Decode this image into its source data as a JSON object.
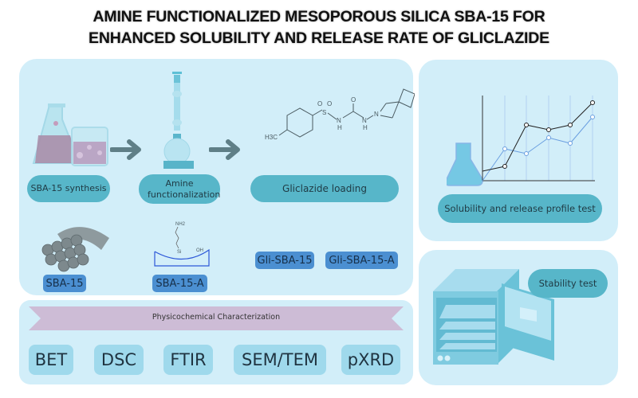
{
  "title": {
    "line1": "AMINE FUNCTIONALIZED MESOPOROUS SILICA SBA-15 FOR",
    "line2": "ENHANCED SOLUBILITY AND RELEASE RATE OF GLICLAZIDE"
  },
  "workflow": {
    "steps": [
      {
        "label": "SBA-15 synthesis",
        "icon": "flask-beaker-icon"
      },
      {
        "label": "Amine functionalization",
        "icon": "reflux-apparatus-icon"
      },
      {
        "label": "Gliclazide loading",
        "icon": "gliclazide-structure"
      }
    ],
    "materials": [
      {
        "label": "SBA-15"
      },
      {
        "label": "SBA-15-A"
      },
      {
        "label": "Gli-SBA-15"
      },
      {
        "label": "Gli-SBA-15-A"
      }
    ],
    "structure_labels": {
      "methyl": "H3C",
      "amine": "NH2",
      "hydroxyl": "OH",
      "silicon": "Si",
      "oxygen": "O",
      "nitrogen": "N",
      "hydrogen": "H",
      "sulfur": "S"
    }
  },
  "characterization": {
    "banner": "Physicochemical Characterization",
    "methods": [
      "BET",
      "DSC",
      "FTIR",
      "SEM/TEM",
      "pXRD"
    ]
  },
  "tests": {
    "solubility": {
      "label": "Solubility and release profile test"
    },
    "stability": {
      "label": "Stability test"
    }
  },
  "colors": {
    "panel": "#d2eef9",
    "pill": "#57b6c9",
    "tag": "#4b8fd1",
    "char_box": "#9fd9ec",
    "banner": "#cdbcd6",
    "arrow": "#5f7f87"
  }
}
